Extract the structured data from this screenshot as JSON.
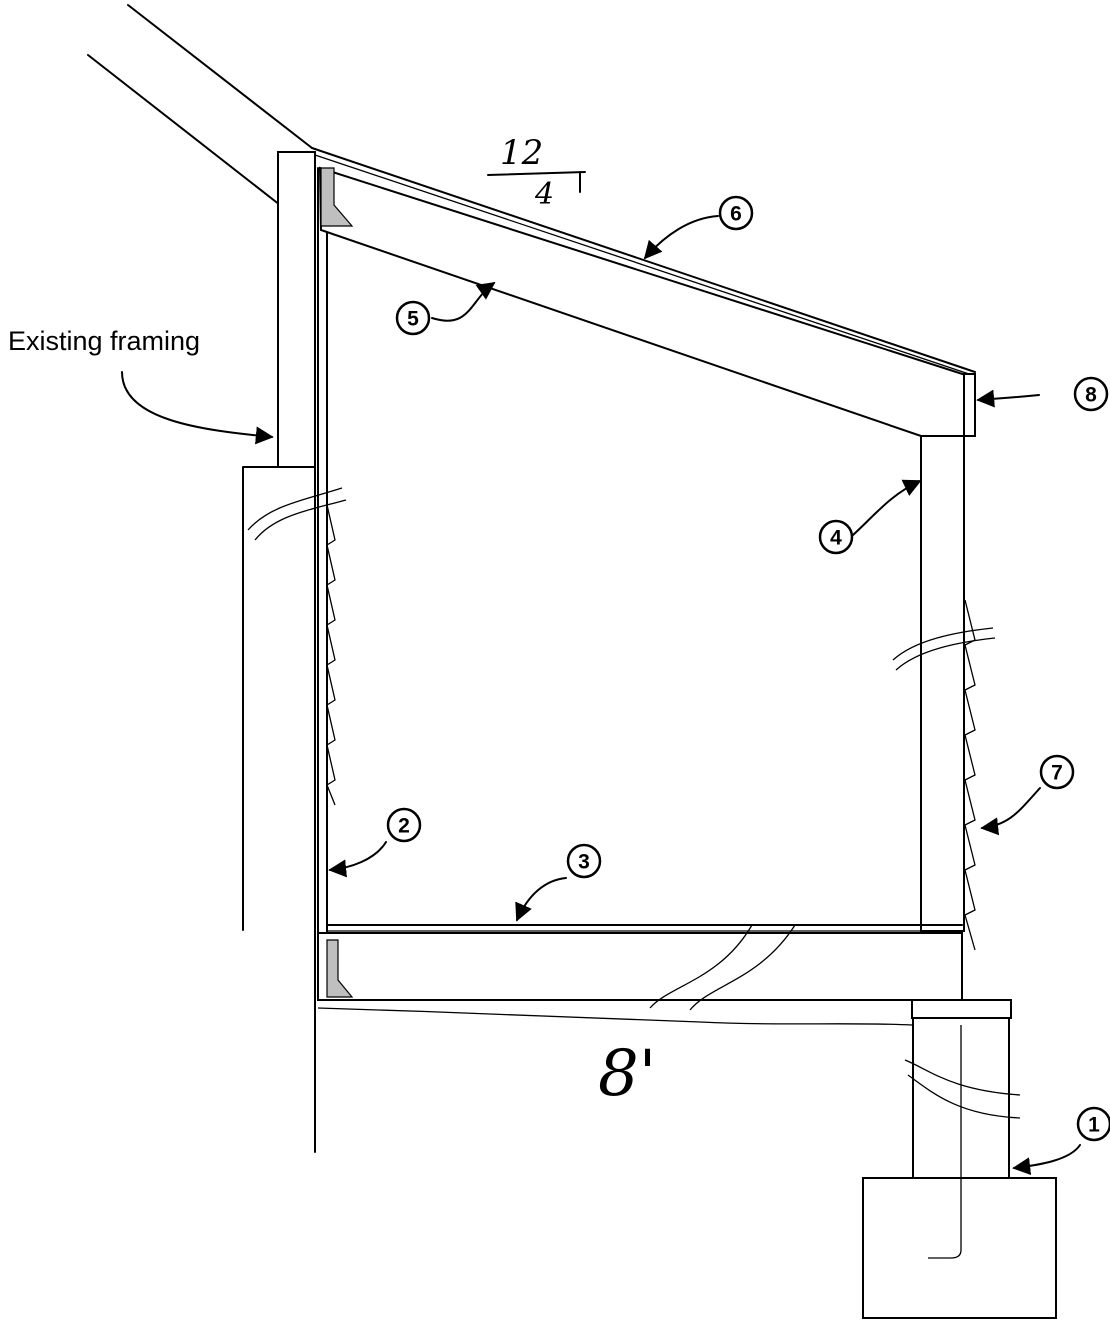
{
  "labels": {
    "existing_framing": "Existing framing",
    "pitch_rise": "12",
    "pitch_run": "4",
    "span": "8'"
  },
  "callouts": [
    {
      "id": "1"
    },
    {
      "id": "2"
    },
    {
      "id": "3"
    },
    {
      "id": "4"
    },
    {
      "id": "5"
    },
    {
      "id": "6"
    },
    {
      "id": "7"
    },
    {
      "id": "8"
    }
  ],
  "colors": {
    "ink": "#000000",
    "paper": "#ffffff",
    "hatch": "#bfbfbf"
  }
}
